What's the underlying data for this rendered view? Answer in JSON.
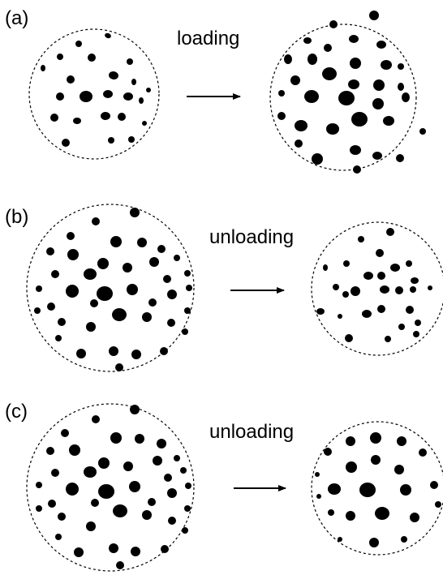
{
  "panels": [
    {
      "id": "a",
      "label": "(a)",
      "process": "loading"
    },
    {
      "id": "b",
      "label": "(b)",
      "process": "unloading"
    },
    {
      "id": "c",
      "label": "(c)",
      "process": "unloading"
    }
  ],
  "colors": {
    "particle": "#000000",
    "outline": "#000000",
    "background": "#ffffff"
  }
}
